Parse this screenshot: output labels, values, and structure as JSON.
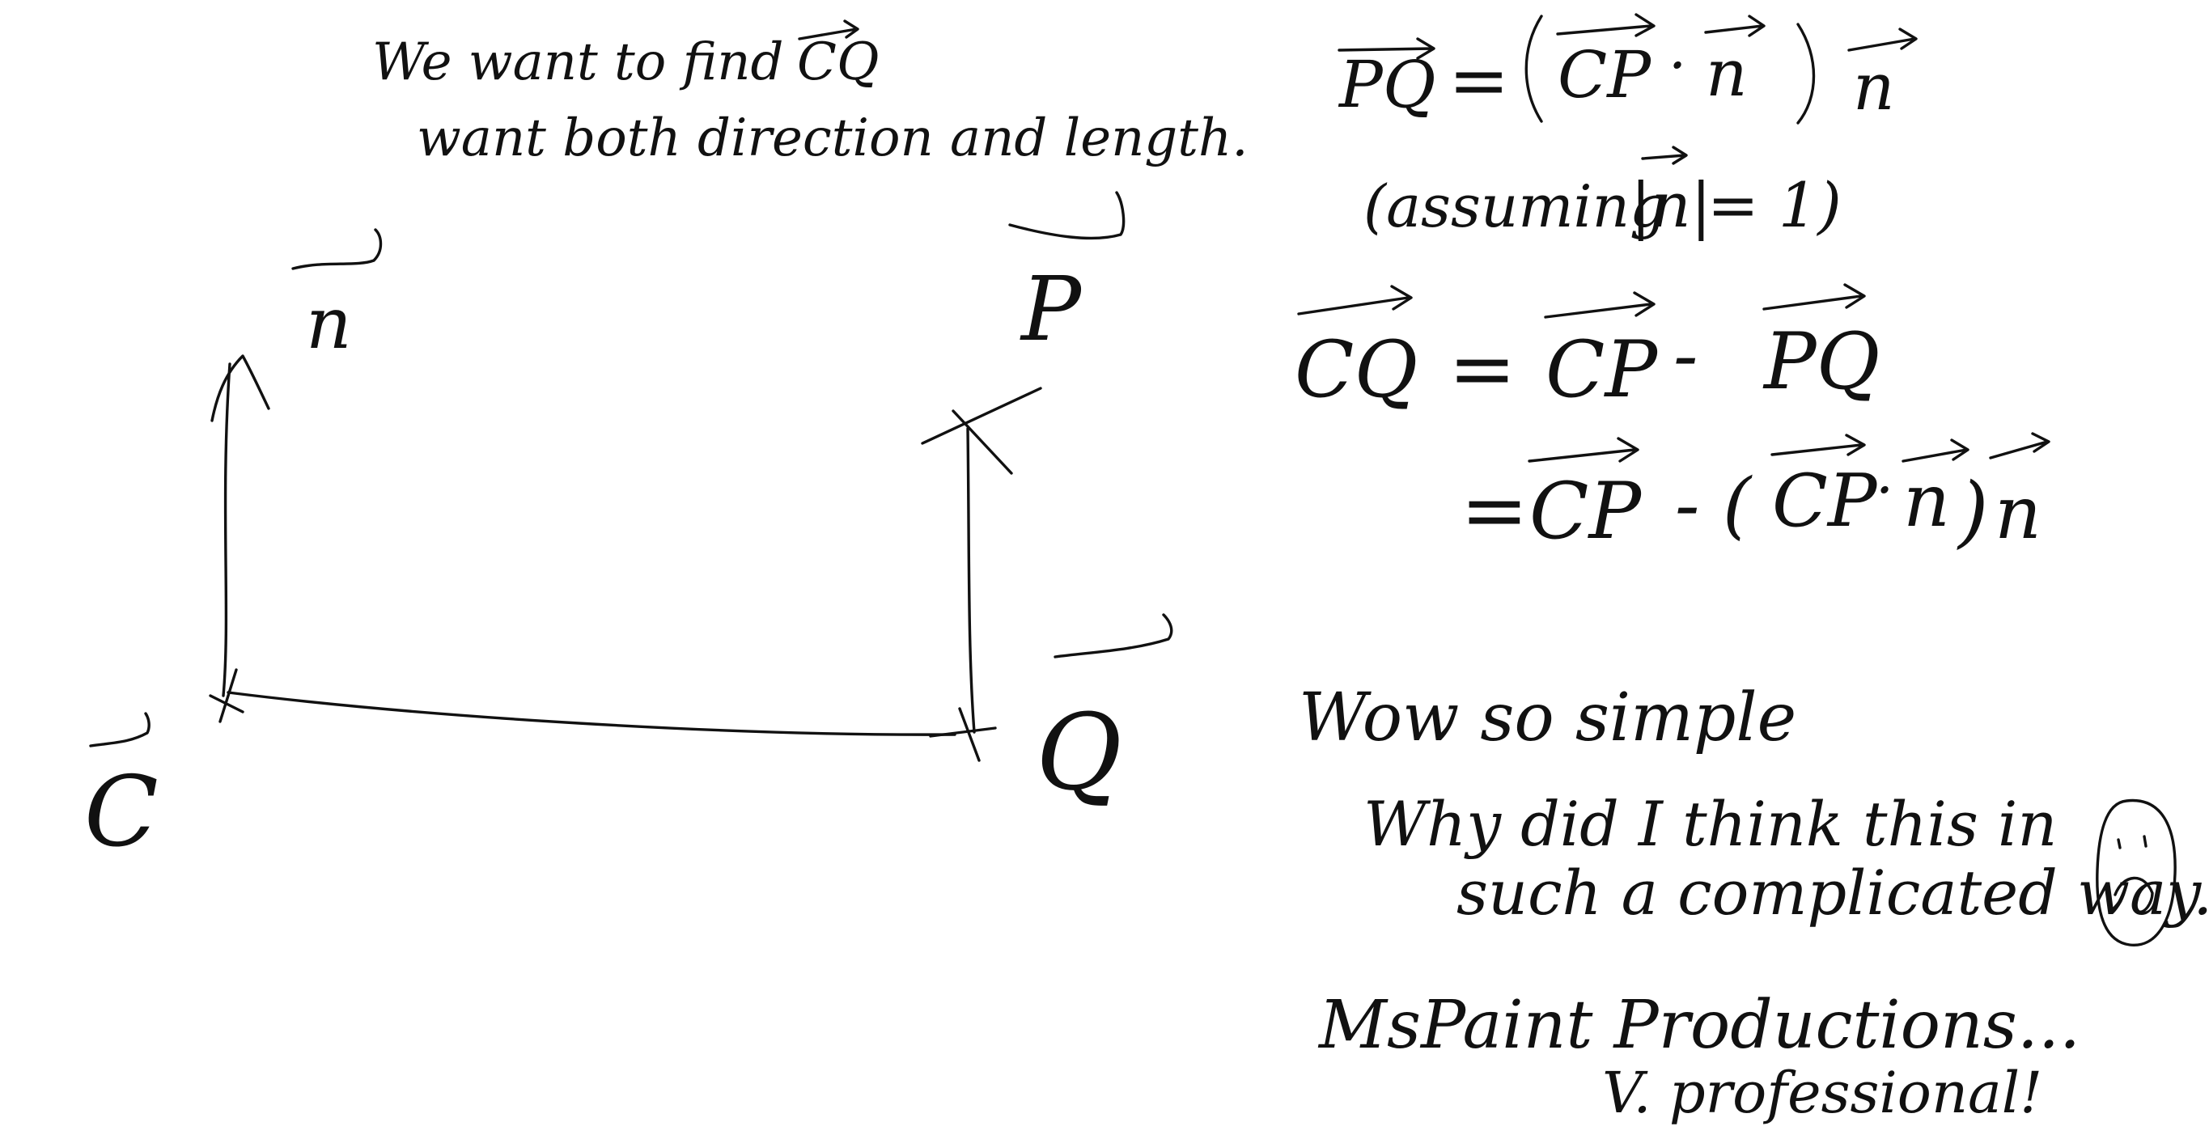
{
  "ink_color": "#111111",
  "background_color": "#ffffff",
  "heading": {
    "line1_prefix": "We want to find",
    "line1_vector": "CQ",
    "line2": "want both direction and length."
  },
  "diagram": {
    "points": {
      "c": "C",
      "p": "P",
      "q": "Q"
    },
    "vector_n": "n"
  },
  "equations": {
    "eq1": {
      "lhs": "PQ",
      "equals": "=",
      "cp": "CP",
      "dot": "·",
      "n": "n",
      "n2": "n"
    },
    "assumption": {
      "open": "(assuming",
      "abs": "|n|",
      "rest": "= 1)"
    },
    "eq2": {
      "lhs": "CQ",
      "equals": "=",
      "cp": "CP",
      "minus": "-",
      "pq": "PQ"
    },
    "eq3": {
      "equals": "=",
      "cp": "CP",
      "minus": "- (",
      "cp2": "CP",
      "dot": "·",
      "n": "n",
      "close": ")",
      "n2": "n"
    }
  },
  "comment": {
    "line1": "Wow so simple",
    "line2": "Why did I think this in",
    "line3": "such a complicated way...",
    "face": "sad-face"
  },
  "signature": {
    "line1": "MsPaint Productions...",
    "line2": "V. professional!"
  }
}
